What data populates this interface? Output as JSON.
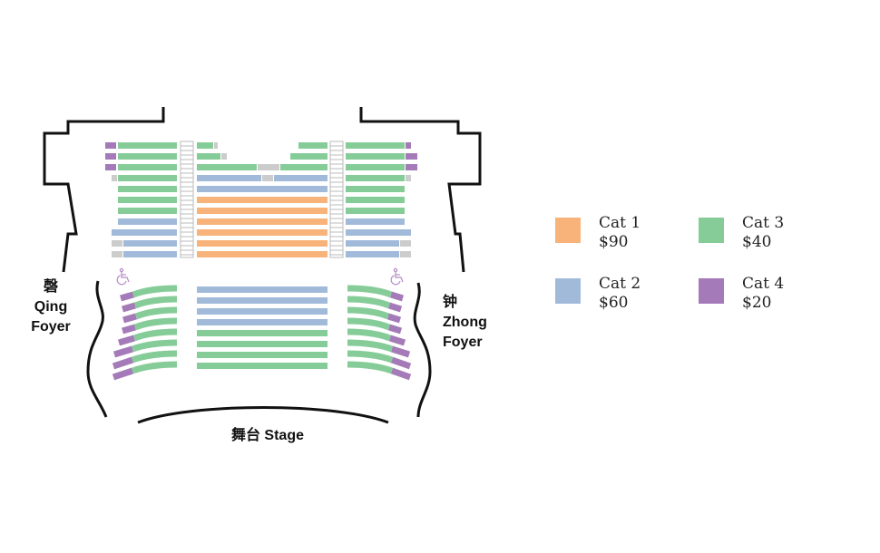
{
  "colors": {
    "cat1": "#f8b37a",
    "cat2": "#a1bada",
    "cat3": "#86cc98",
    "cat4": "#a47bb8",
    "unavailable": "#cccccc",
    "wall": "#111111",
    "wheelchair_icon": "#b58ac6"
  },
  "foyers": {
    "left": {
      "name_zh": "磬",
      "name_en1": "Qing",
      "name_en2": "Foyer"
    },
    "right": {
      "name_zh": "钟",
      "name_en1": "Zhong",
      "name_en2": "Foyer"
    }
  },
  "stage": {
    "label": "舞台 Stage"
  },
  "legend": [
    {
      "id": "cat1",
      "name": "Cat 1",
      "price": "$90",
      "color": "#f8b37a"
    },
    {
      "id": "cat3",
      "name": "Cat 3",
      "price": "$40",
      "color": "#86cc98"
    },
    {
      "id": "cat2",
      "name": "Cat 2",
      "price": "$60",
      "color": "#a1bada"
    },
    {
      "id": "cat4",
      "name": "Cat 4",
      "price": "$20",
      "color": "#a47bb8"
    }
  ],
  "icons": {
    "wheelchair_left": "wheelchair-icon",
    "wheelchair_right": "wheelchair-icon"
  }
}
